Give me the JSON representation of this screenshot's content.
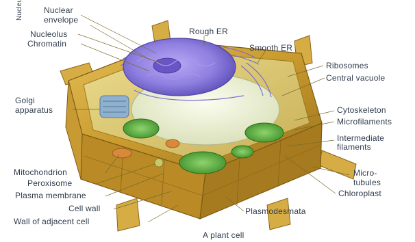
{
  "labels": {
    "nucleus": "Nucleus",
    "nuclear_envelope": "Nuclear envelope",
    "nucleolus": "Nucleolus",
    "chromatin": "Chromatin",
    "rough_er": "Rough ER",
    "smooth_er": "Smooth ER",
    "ribosomes": "Ribosomes",
    "central_vacuole": "Central vacuole",
    "golgi_line1": "Golgi",
    "golgi_line2": "apparatus",
    "cytoskeleton": "Cytoskeleton",
    "microfilaments": "Microfilaments",
    "intermediate_line1": "Intermediate",
    "intermediate_line2": "filaments",
    "microtubules_line1": "Micro-",
    "microtubules_line2": "tubules",
    "mitochondrion": "Mitochondrion",
    "peroxisome": "Peroxisome",
    "plasma_membrane": "Plasma membrane",
    "cell_wall": "Cell wall",
    "wall_adjacent": "Wall of adjacent cell",
    "chloroplast": "Chloroplast",
    "plasmodesmata": "Plasmodesmata",
    "caption": "A plant cell"
  },
  "colors": {
    "cell_wall": "#c99a2e",
    "cytoplasm": "#dbc86d",
    "nucleus": "#8f7fe0",
    "vacuole": "#eef2d8",
    "chloroplast": "#5bb241",
    "golgi": "#8fb1cf",
    "leader_line": "#7a6a2a",
    "text": "#2e3b4c"
  }
}
